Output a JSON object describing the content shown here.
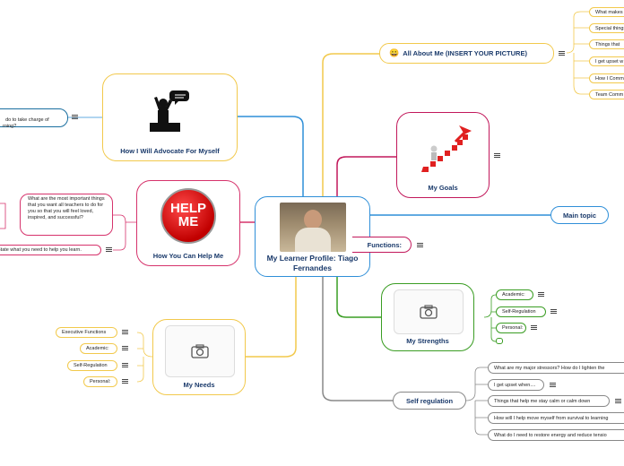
{
  "center": {
    "title": "My Learner Profile: Tiago Fernandes"
  },
  "about": {
    "emoji": "😀",
    "label": "All About Me (INSERT  YOUR PICTURE)",
    "items": [
      "What makes me",
      "Special things a",
      "Things that",
      "I get upset w",
      "How I Comm",
      "Team Comm"
    ]
  },
  "goals": {
    "label": "My Goals"
  },
  "main_topic": {
    "label": "Main topic"
  },
  "functions": {
    "label": "Functions:"
  },
  "strengths": {
    "label": "My Strengths",
    "items": [
      "Academic:",
      "Self-Regulation",
      "Personal:"
    ]
  },
  "selfreg": {
    "label": "Self regulation",
    "items": [
      "What are my major stressors? How do I lighten the",
      "I get upset when....",
      "Things that help me stay calm or calm down",
      "How will I help move myself from survival to learning",
      "What do I need to restore energy and reduce tensio"
    ]
  },
  "advocate": {
    "label": "How I Will Advocate For Myself",
    "note": "do to take charge of\nrning?"
  },
  "help": {
    "label": "How You Can Help Me",
    "sign_top": "HELP",
    "sign_bottom": "ME",
    "note": "What are the most important things that you want all teachers to do for you so that you will feel loved, inspired, and successful?",
    "state": "State what you need to help you learn."
  },
  "needs": {
    "label": "My Needs",
    "items": [
      "Executive Functions",
      "Academic:",
      "Self-Regulation",
      "Personal:"
    ]
  },
  "colors": {
    "yellow": "#f2c94c",
    "pink": "#d6336c",
    "blue": "#2f8fd8",
    "red": "#c2185b",
    "green": "#3a9d23",
    "gray": "#888888"
  }
}
